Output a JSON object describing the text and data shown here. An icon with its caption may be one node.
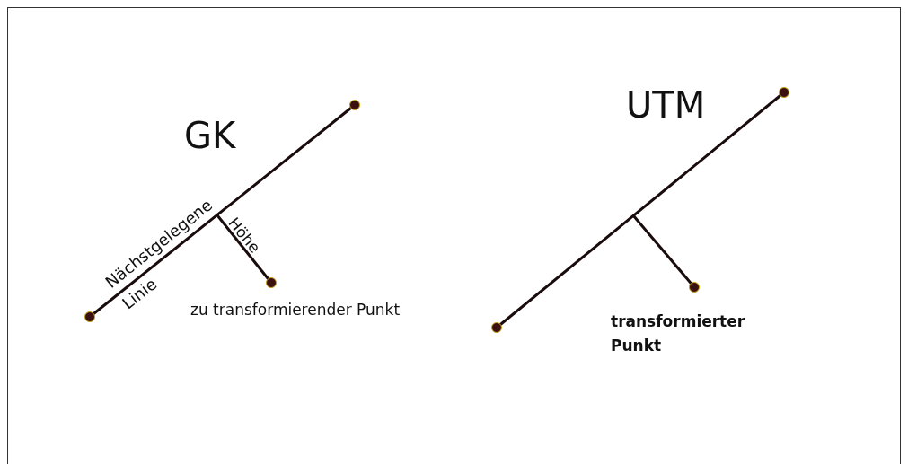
{
  "diagram": {
    "labels": [
      "GK",
      "Nächstgelegene Linie",
      "Höhe",
      "zu transformierender Punkt",
      "UTM",
      "transformierter Punkt"
    ]
  }
}
